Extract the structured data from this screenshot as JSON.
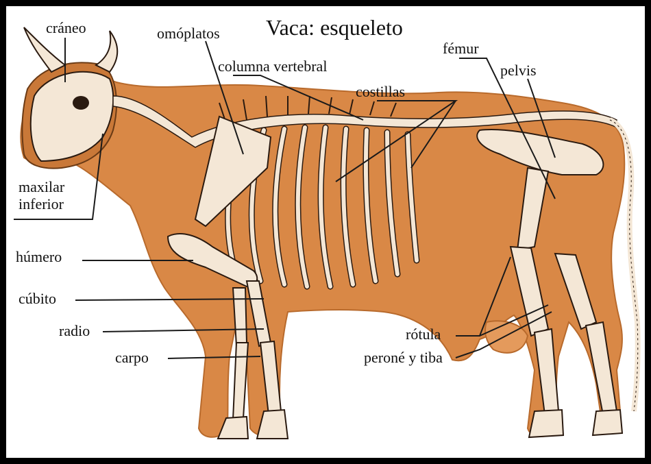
{
  "title": "Vaca: esqueleto",
  "labels": {
    "craneo": "cráneo",
    "omoplatos": "omóplatos",
    "columna": "columna vertebral",
    "femur": "fémur",
    "pelvis": "pelvis",
    "costillas": "costillas",
    "maxilar1": "maxilar",
    "maxilar2": "inferior",
    "humero": "húmero",
    "cubito": "cúbito",
    "radio": "radio",
    "carpo": "carpo",
    "rotula": "rótula",
    "perone": "peroné y tiba"
  },
  "colors": {
    "body": "#D98846",
    "body_dark": "#B86A2C",
    "bone": "#F4E7D6",
    "bone_outline": "#2a1a10",
    "frame": "#000000"
  }
}
